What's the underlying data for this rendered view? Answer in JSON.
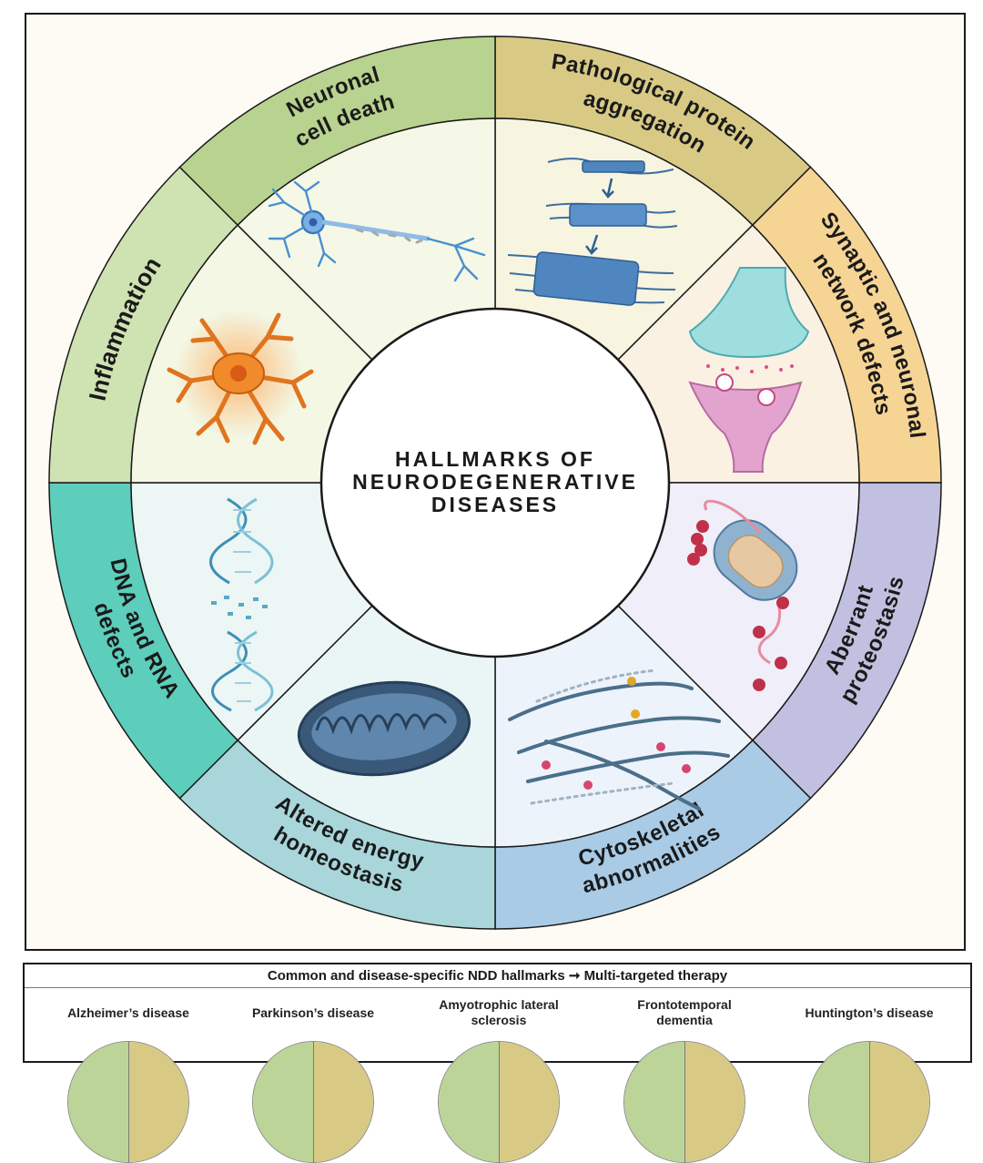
{
  "center": {
    "title_lines": [
      "HALLMARKS OF",
      "NEURODEGENERATIVE",
      "DISEASES"
    ]
  },
  "hallmarks": [
    {
      "id": "pathological-protein-aggregation",
      "label_lines": [
        "Pathological protein",
        "aggregation"
      ],
      "color": "#d8ca85",
      "inner_color": "#f7f4e0",
      "icon": "protein-fibril-icon"
    },
    {
      "id": "synaptic-network-defects",
      "label_lines": [
        "Synaptic and neuronal",
        "network defects"
      ],
      "color": "#f6d494",
      "inner_color": "#faf1e2",
      "icon": "synapse-icon"
    },
    {
      "id": "aberrant-proteostasis",
      "label_lines": [
        "Aberrant",
        "proteostasis"
      ],
      "color": "#c2c0e0",
      "inner_color": "#f0eef8",
      "icon": "proteasome-icon"
    },
    {
      "id": "cytoskeletal-abnormalities",
      "label_lines": [
        "Cytoskeletal",
        "abnormalities"
      ],
      "color": "#a9cbe6",
      "inner_color": "#edf3fa",
      "icon": "cytoskeleton-icon"
    },
    {
      "id": "altered-energy-homeostasis",
      "label_lines": [
        "Altered energy",
        "homeostasis"
      ],
      "color": "#a8d6da",
      "inner_color": "#eaf6f6",
      "icon": "mitochondrion-icon"
    },
    {
      "id": "dna-rna-defects",
      "label_lines": [
        "DNA and RNA",
        "defects"
      ],
      "color": "#5dcdbc",
      "inner_color": "#ecf6f4",
      "icon": "dna-helix-icon"
    },
    {
      "id": "inflammation",
      "label_lines": [
        "Inflammation"
      ],
      "color": "#cfe2b2",
      "inner_color": "#f3f7e4",
      "icon": "microglia-icon"
    },
    {
      "id": "neuronal-cell-death",
      "label_lines": [
        "Neuronal",
        "cell death"
      ],
      "color": "#b8d28f",
      "inner_color": "#f5f8e6",
      "icon": "neuron-icon"
    }
  ],
  "panel": {
    "title": "Common and disease-specific NDD hallmarks ➞ Multi-targeted therapy",
    "diseases": [
      {
        "name_lines": [
          "Alzheimer’s disease"
        ]
      },
      {
        "name_lines": [
          "Parkinson’s disease"
        ]
      },
      {
        "name_lines": [
          "Amyotrophic lateral",
          "sclerosis"
        ]
      },
      {
        "name_lines": [
          "Frontotemporal",
          "dementia"
        ]
      },
      {
        "name_lines": [
          "Huntington’s disease"
        ]
      }
    ]
  }
}
